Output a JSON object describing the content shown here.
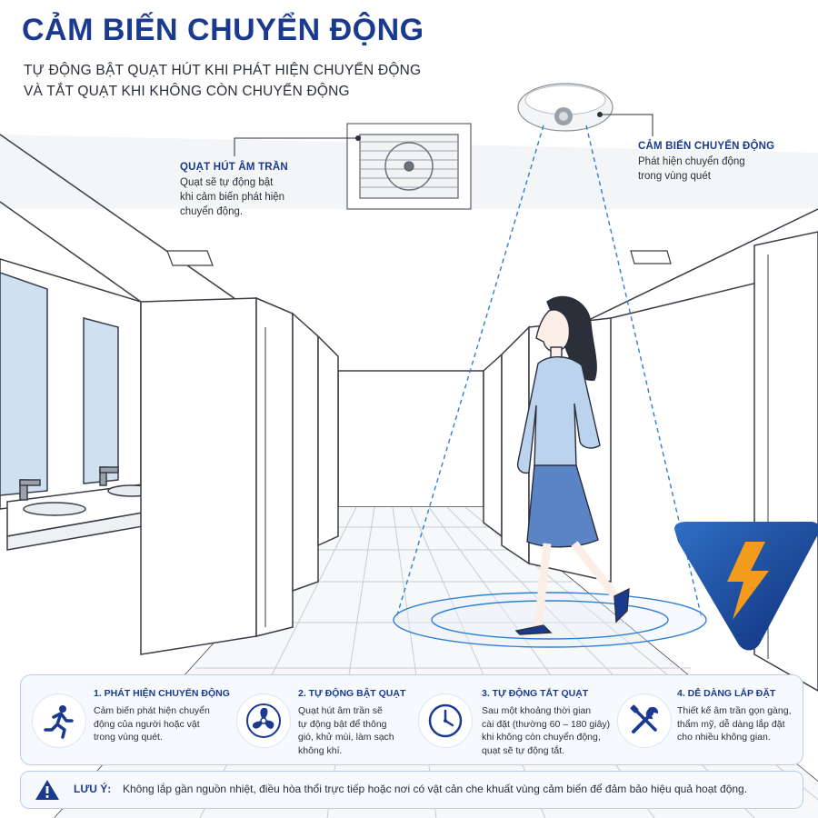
{
  "header": {
    "title": "CẢM BIẾN CHUYỂN ĐỘNG",
    "subtitle_line1": "TỰ ĐỘNG BẬT QUẠT HÚT KHI PHÁT HIỆN CHUYỂN ĐỘNG",
    "subtitle_line2": "VÀ TẮT QUẠT KHI KHÔNG CÒN CHUYỂN ĐỘNG"
  },
  "callouts": {
    "fan": {
      "title": "QUẠT HÚT ÂM TRẦN",
      "line1": "Quạt sẽ tự động bật",
      "line2": "khi cảm biến phát hiện",
      "line3": "chuyển động."
    },
    "sensor": {
      "title": "CẢM BIẾN CHUYỂN ĐỘNG",
      "line1": "Phát hiện chuyển động",
      "line2": "trong vùng quét"
    }
  },
  "features": [
    {
      "title": "1. PHÁT HIỆN CHUYỂN ĐỘNG",
      "lines": [
        "Cảm biến phát hiện chuyển",
        "động của người hoặc vật",
        "trong vùng quét."
      ],
      "icon": "running-person-icon"
    },
    {
      "title": "2. TỰ ĐỘNG BẬT QUẠT",
      "lines": [
        "Quạt hút âm trần sẽ",
        "tự động bật để thông",
        "gió, khử mùi, làm sạch",
        "không khí."
      ],
      "icon": "fan-icon"
    },
    {
      "title": "3. TỰ ĐỘNG TẮT QUẠT",
      "lines": [
        "Sau một khoảng thời gian",
        "cài đặt (thường 60 – 180 giây)",
        "khi không còn chuyển động,",
        "quạt sẽ tự động tắt."
      ],
      "icon": "clock-icon"
    },
    {
      "title": "4. DỄ DÀNG LẮP ĐẶT",
      "lines": [
        "Thiết kế âm trần gọn gàng,",
        "thẩm mỹ, dễ dàng lắp đặt",
        "cho nhiều không gian."
      ],
      "icon": "tools-icon"
    }
  ],
  "note": {
    "label": "LƯU Ý:",
    "text": "Không lắp gần nguồn nhiệt, điều hòa thổi trực tiếp hoặc nơi có vật cản che khuất vùng cảm biến để đảm bảo hiệu quả hoạt động."
  },
  "colors": {
    "brand_blue": "#1a3a8f",
    "sky_blue": "#2f7fd6",
    "accent_orange": "#f29b1d",
    "skirt_blue": "#5a84c6"
  }
}
